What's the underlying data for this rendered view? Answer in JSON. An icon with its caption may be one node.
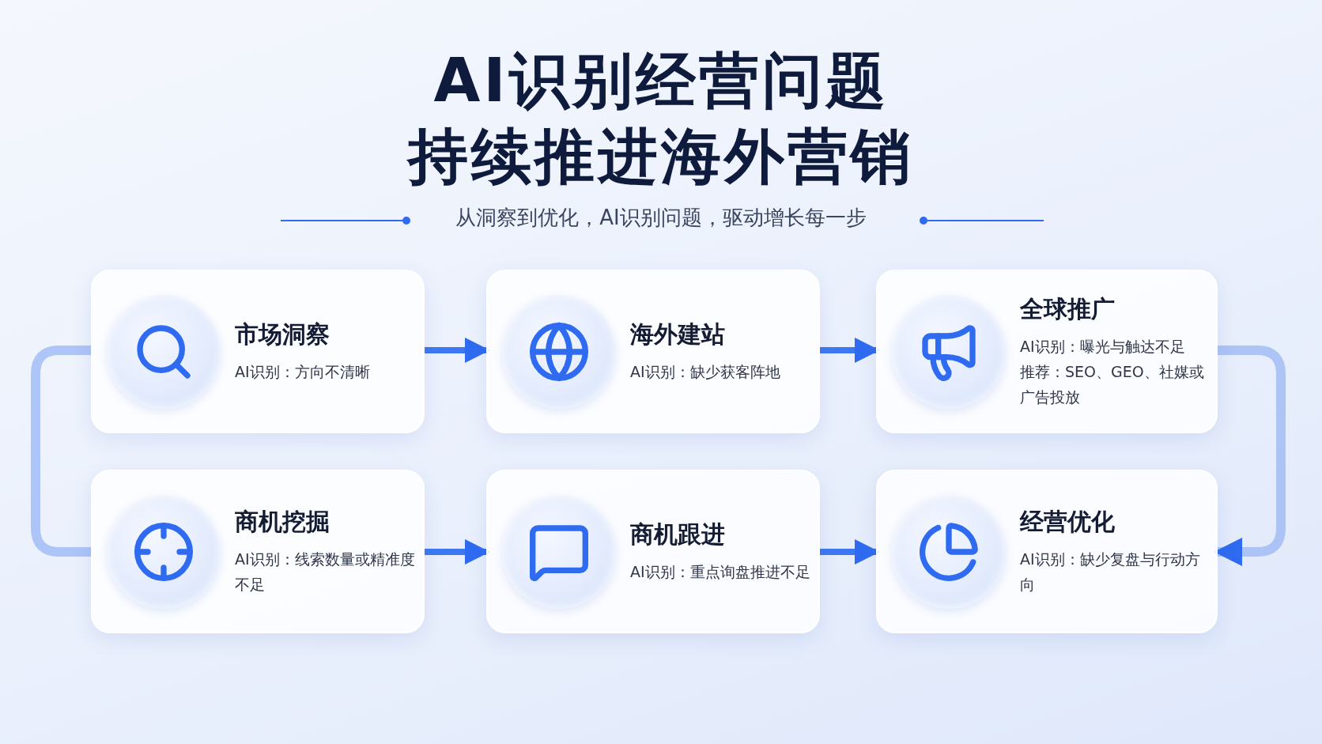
{
  "diagram": {
    "title": "AI识别经营问题",
    "nodes": [
      {
        "text": [
          "市场洞察",
          "AI识别：方向不清晰"
        ]
      },
      {
        "text": [
          "海外建站",
          "AI识别：缺少获客阵地"
        ]
      },
      {
        "text": [
          "全球推广",
          "AI识别：曝光与触达不足",
          "推荐：SEO、GEO、社媒或广告投放"
        ]
      },
      {
        "text": [
          "商机挖掘",
          "AI识别：线索数量或精准度不足"
        ]
      },
      {
        "text": [
          "商机跟进",
          "AI识别：重点询盘推进不足"
        ]
      },
      {
        "text": [
          "经营优化",
          "AI识别：缺少复盘与行动方向"
        ]
      }
    ],
    "edges": [
      {
        "from": 0,
        "to": 1,
        "arrow": "to"
      },
      {
        "from": 1,
        "to": 2,
        "arrow": "to"
      },
      {
        "from": 2,
        "to": 5,
        "arrow": "to",
        "color": "#9db9f5"
      },
      {
        "from": 3,
        "to": 4,
        "arrow": "to"
      },
      {
        "from": 4,
        "to": 5,
        "arrow": "to"
      },
      {
        "from": 3,
        "to": 0,
        "arrow": "none",
        "color": "#9db9f5"
      }
    ],
    "labels": [
      "持续推进海外营销",
      "从洞察到优化，AI识别问题，驱动增长每一步"
    ]
  }
}
